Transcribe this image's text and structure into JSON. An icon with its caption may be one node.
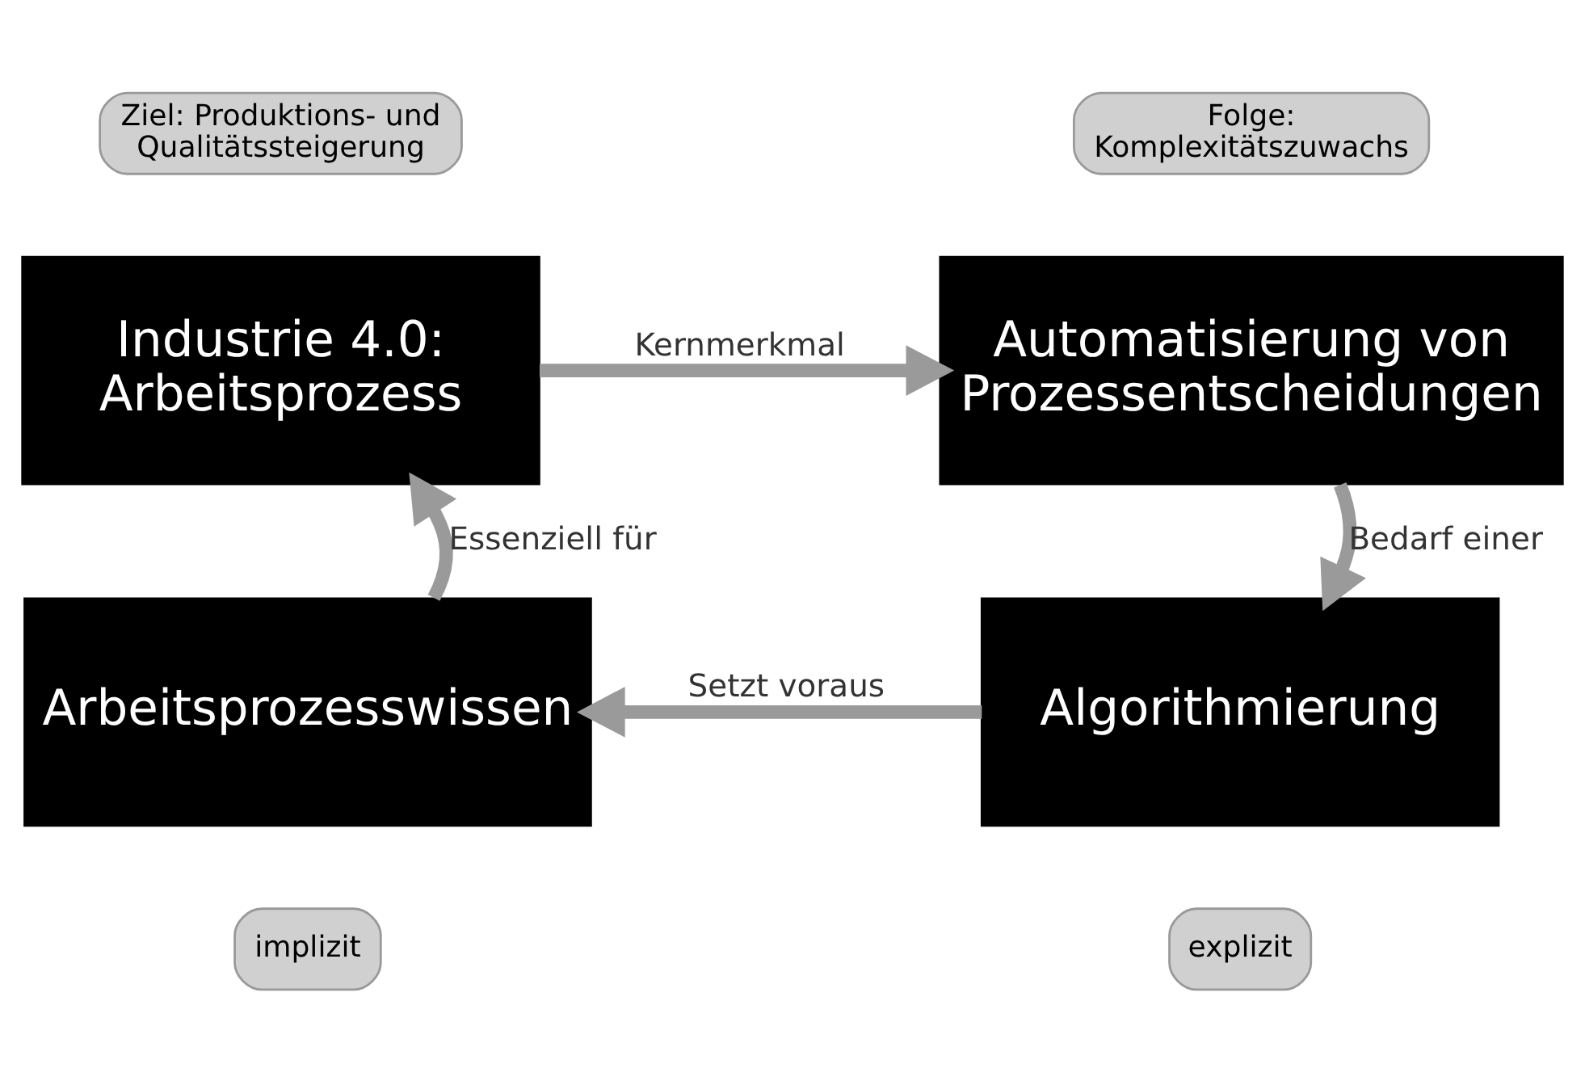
{
  "diagram": {
    "nodes": [
      {
        "text": [
          "Ziel: Produktions- und Qualitätssteigerung"
        ]
      },
      {
        "text": [
          "Industrie 4.0: Arbeitsprozess"
        ]
      },
      {
        "text": [
          "Folge: Komplexitätszuwachs"
        ]
      },
      {
        "text": [
          "Automatisierung von Prozessentscheidungen"
        ]
      },
      {
        "text": [
          "Arbeitsprozesswissen"
        ]
      },
      {
        "text": [
          "implizit"
        ]
      },
      {
        "text": [
          "Algorithmierung"
        ]
      },
      {
        "text": [
          "explizit"
        ]
      }
    ],
    "edges": [
      {
        "from": 1,
        "to": 3,
        "arrow": "to",
        "label": "Kernmerkmal"
      },
      {
        "from": 3,
        "to": 6,
        "arrow": "to",
        "label": "Bedarf einer"
      },
      {
        "from": 6,
        "to": 4,
        "arrow": "to",
        "label": "Setzt voraus"
      },
      {
        "from": 4,
        "to": 1,
        "arrow": "to",
        "label": "Essenziell für"
      }
    ]
  }
}
